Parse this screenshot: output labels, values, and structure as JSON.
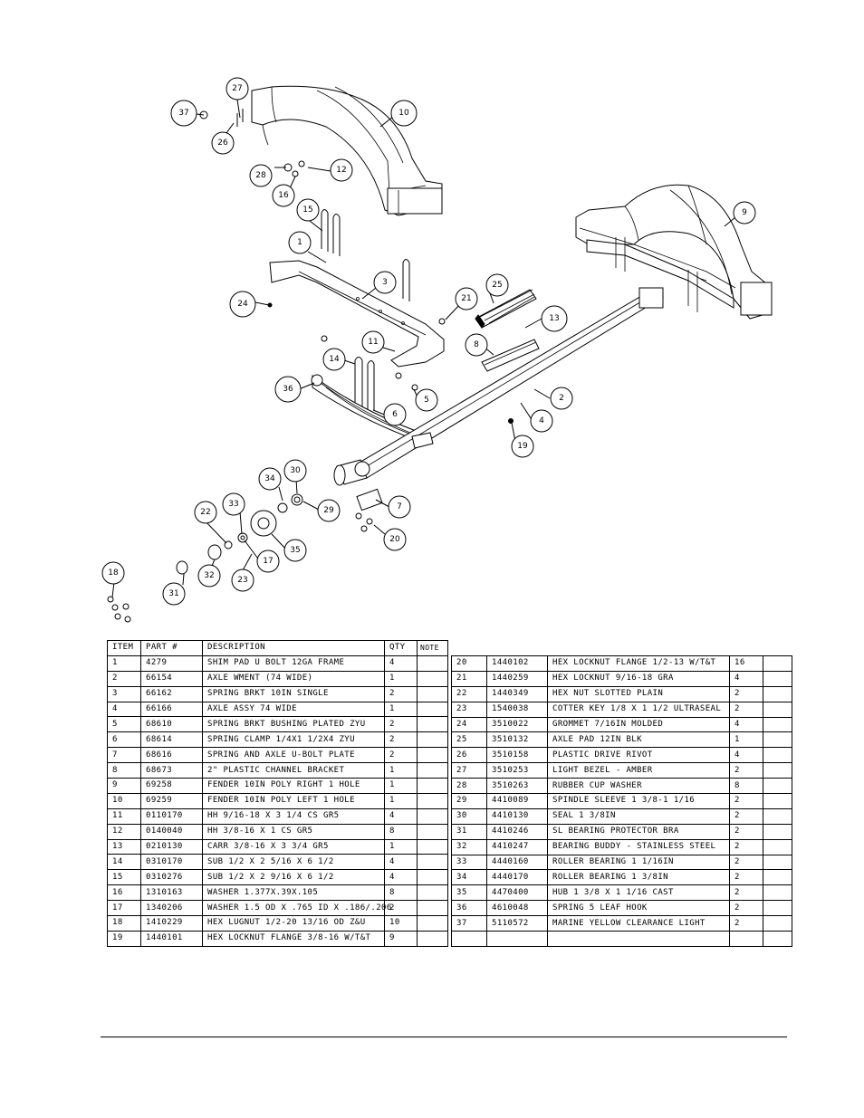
{
  "table_headers": {
    "item": "ITEM",
    "part": "PART #",
    "description": "DESCRIPTION",
    "qty": "QTY",
    "note": "NOTE"
  },
  "balloons": [
    "27",
    "37",
    "26",
    "10",
    "28",
    "12",
    "16",
    "15",
    "1",
    "24",
    "3",
    "9",
    "21",
    "25",
    "13",
    "11",
    "8",
    "14",
    "5",
    "36",
    "6",
    "2",
    "4",
    "19",
    "34",
    "30",
    "22",
    "33",
    "29",
    "7",
    "20",
    "35",
    "17",
    "23",
    "18",
    "32",
    "31"
  ],
  "parts_left": [
    {
      "item": "1",
      "part": "4279",
      "desc": "SHIM PAD   U BOLT 12GA FRAME",
      "qty": "4",
      "note": ""
    },
    {
      "item": "2",
      "part": "66154",
      "desc": "AXLE WMENT (74 WIDE)",
      "qty": "1",
      "note": ""
    },
    {
      "item": "3",
      "part": "66162",
      "desc": "SPRING BRKT  10IN SINGLE",
      "qty": "2",
      "note": ""
    },
    {
      "item": "4",
      "part": "66166",
      "desc": "AXLE ASSY 74 WIDE",
      "qty": "1",
      "note": ""
    },
    {
      "item": "5",
      "part": "68610",
      "desc": "SPRING BRKT BUSHING PLATED ZYU",
      "qty": "2",
      "note": ""
    },
    {
      "item": "6",
      "part": "68614",
      "desc": "SPRING CLAMP   1/4X1 1/2X4  ZYU",
      "qty": "2",
      "note": ""
    },
    {
      "item": "7",
      "part": "68616",
      "desc": "SPRING AND AXLE U-BOLT PLATE",
      "qty": "2",
      "note": ""
    },
    {
      "item": "8",
      "part": "68673",
      "desc": "2\" PLASTIC CHANNEL BRACKET",
      "qty": "1",
      "note": ""
    },
    {
      "item": "9",
      "part": "69258",
      "desc": "FENDER  10IN POLY RIGHT 1 HOLE",
      "qty": "1",
      "note": ""
    },
    {
      "item": "10",
      "part": "69259",
      "desc": "FENDER  10IN POLY LEFT 1 HOLE",
      "qty": "1",
      "note": ""
    },
    {
      "item": "11",
      "part": "0110170",
      "desc": "HH 9/16-18 X 3 1/4 CS GR5",
      "qty": "4",
      "note": ""
    },
    {
      "item": "12",
      "part": "0140040",
      "desc": "HH 3/8-16 X 1 CS GR5",
      "qty": "8",
      "note": ""
    },
    {
      "item": "13",
      "part": "0210130",
      "desc": "CARR 3/8-16 X 3 3/4 GR5",
      "qty": "1",
      "note": ""
    },
    {
      "item": "14",
      "part": "0310170",
      "desc": "SUB 1/2 X 2 5/16 X 6 1/2",
      "qty": "4",
      "note": ""
    },
    {
      "item": "15",
      "part": "0310276",
      "desc": "SUB 1/2 X 2 9/16 X 6 1/2",
      "qty": "4",
      "note": ""
    },
    {
      "item": "16",
      "part": "1310163",
      "desc": "WASHER 1.377X.39X.105",
      "qty": "8",
      "note": ""
    },
    {
      "item": "17",
      "part": "1340206",
      "desc": "WASHER 1.5 OD X .765 ID X .186/.206",
      "qty": "2",
      "note": ""
    },
    {
      "item": "18",
      "part": "1410229",
      "desc": "HEX LUGNUT 1/2-20 13/16 OD Z&U",
      "qty": "10",
      "note": ""
    },
    {
      "item": "19",
      "part": "1440101",
      "desc": "HEX LOCKNUT FLANGE 3/8-16 W/T&T",
      "qty": "9",
      "note": ""
    }
  ],
  "parts_right": [
    {
      "item": "20",
      "part": "1440102",
      "desc": "HEX LOCKNUT FLANGE 1/2-13 W/T&T",
      "qty": "16",
      "note": ""
    },
    {
      "item": "21",
      "part": "1440259",
      "desc": "HEX LOCKNUT 9/16-18 GRA",
      "qty": "4",
      "note": ""
    },
    {
      "item": "22",
      "part": "1440349",
      "desc": "HEX NUT SLOTTED PLAIN",
      "qty": "2",
      "note": ""
    },
    {
      "item": "23",
      "part": "1540038",
      "desc": "COTTER KEY 1/8 X 1 1/2 ULTRASEAL",
      "qty": "2",
      "note": ""
    },
    {
      "item": "24",
      "part": "3510022",
      "desc": "GROMMET  7/16IN MOLDED",
      "qty": "4",
      "note": ""
    },
    {
      "item": "25",
      "part": "3510132",
      "desc": "AXLE PAD 12IN  BLK",
      "qty": "1",
      "note": ""
    },
    {
      "item": "26",
      "part": "3510158",
      "desc": "PLASTIC DRIVE RIVOT",
      "qty": "4",
      "note": ""
    },
    {
      "item": "27",
      "part": "3510253",
      "desc": "LIGHT BEZEL - AMBER",
      "qty": "2",
      "note": ""
    },
    {
      "item": "28",
      "part": "3510263",
      "desc": "RUBBER CUP WASHER",
      "qty": "8",
      "note": ""
    },
    {
      "item": "29",
      "part": "4410089",
      "desc": "SPINDLE SLEEVE  1 3/8-1 1/16",
      "qty": "2",
      "note": ""
    },
    {
      "item": "30",
      "part": "4410130",
      "desc": "SEAL  1 3/8IN",
      "qty": "2",
      "note": ""
    },
    {
      "item": "31",
      "part": "4410246",
      "desc": "SL BEARING PROTECTOR BRA",
      "qty": "2",
      "note": ""
    },
    {
      "item": "32",
      "part": "4410247",
      "desc": "BEARING BUDDY - STAINLESS STEEL",
      "qty": "2",
      "note": ""
    },
    {
      "item": "33",
      "part": "4440160",
      "desc": "ROLLER BEARING   1 1/16IN",
      "qty": "2",
      "note": ""
    },
    {
      "item": "34",
      "part": "4440170",
      "desc": "ROLLER BEARING   1 3/8IN",
      "qty": "2",
      "note": ""
    },
    {
      "item": "35",
      "part": "4470400",
      "desc": "HUB   1 3/8 X 1 1/16 CAST",
      "qty": "2",
      "note": ""
    },
    {
      "item": "36",
      "part": "4610048",
      "desc": "SPRING  5 LEAF HOOK",
      "qty": "2",
      "note": ""
    },
    {
      "item": "37",
      "part": "5110572",
      "desc": "MARINE YELLOW CLEARANCE LIGHT",
      "qty": "2",
      "note": ""
    },
    {
      "item": "",
      "part": "",
      "desc": "",
      "qty": "",
      "note": ""
    }
  ]
}
